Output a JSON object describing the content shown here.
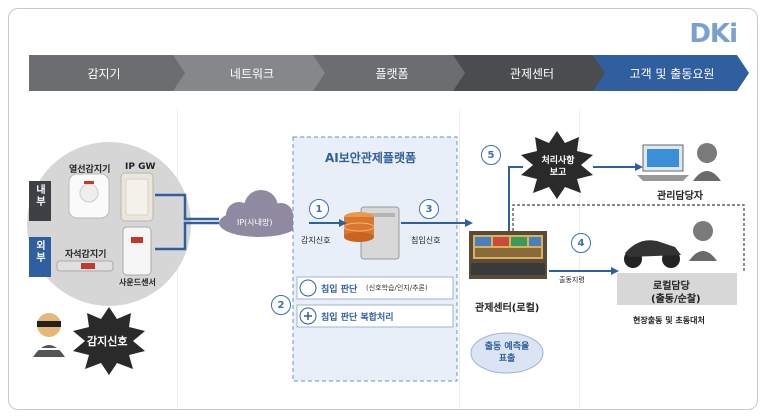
{
  "brand": {
    "logo": "DKi"
  },
  "steps": [
    {
      "label": "감지기"
    },
    {
      "label": "네트워크"
    },
    {
      "label": "플랫폼"
    },
    {
      "label": "관제센터"
    },
    {
      "label": "고객 및 출동요원"
    }
  ],
  "sensors": {
    "internal_label": "내부",
    "external_label": "외부",
    "heat": "열선감지기",
    "ipgw": "IP GW",
    "magnetic": "자석감지기",
    "sound": "사운드센서"
  },
  "detect_signal": "감지신호",
  "network": {
    "cloud": "IP(사내망)"
  },
  "platform": {
    "title": "AI보안관제플랫폼",
    "in_signal": "감지신호",
    "out_signal": "침입신호",
    "judge_main": "침입 판단",
    "judge_sub": "(신호학습/인지/추론)",
    "composite": "침입 판단 복합처리",
    "num1": "1",
    "num2": "2",
    "num3": "3"
  },
  "control": {
    "center": "관제센터(로컬)",
    "prediction": "출동 예측율 표출",
    "dispatch_cmd": "출동지령",
    "num4": "4",
    "num5": "5",
    "burst": "처리사항 보고"
  },
  "people": {
    "manager": "관리담당자",
    "local_main": "로컬담당",
    "local_sub": "(출동/순찰)",
    "field": "현장출동 및 초동대처"
  },
  "colors": {
    "step_gray_dark": "#6b6d70",
    "step_gray_mid": "#85878a",
    "step_dark": "#4a4c50",
    "step_blue": "#2f5f9e",
    "accent_blue": "#3a6fb5"
  }
}
